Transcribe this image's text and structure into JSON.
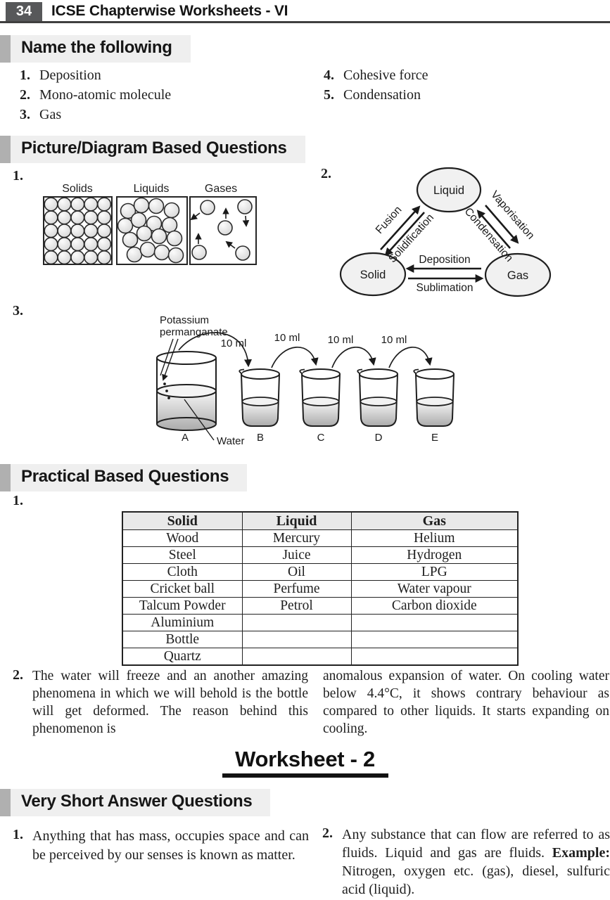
{
  "header": {
    "page_number": "34",
    "title": "ICSE Chapterwise Worksheets - VI"
  },
  "section_name_following": {
    "heading": "Name the following",
    "items_left": [
      {
        "num": "1.",
        "text": "Deposition"
      },
      {
        "num": "2.",
        "text": "Mono-atomic molecule"
      },
      {
        "num": "3.",
        "text": "Gas"
      }
    ],
    "items_right": [
      {
        "num": "4.",
        "text": "Cohesive force"
      },
      {
        "num": "5.",
        "text": "Condensation"
      }
    ]
  },
  "section_picture": {
    "heading": "Picture/Diagram Based Questions",
    "q1_num": "1.",
    "q2_num": "2.",
    "q3_num": "3.",
    "diagram_states_matter": {
      "solids": "Solids",
      "liquids": "Liquids",
      "gases": "Gases"
    },
    "diagram_state_changes": {
      "liquid": "Liquid",
      "solid": "Solid",
      "gas": "Gas",
      "fusion": "Fusion",
      "solidification": "Solidification",
      "vaporisation": "Vaporisation",
      "condensation": "Condensation",
      "deposition": "Deposition",
      "sublimation": "Sublimation"
    },
    "diagram_beakers": {
      "substance_line1": "Potassium",
      "substance_line2": "permanganate",
      "volumes": [
        "10 ml",
        "10 ml",
        "10 ml",
        "10 ml"
      ],
      "water": "Water",
      "vessels": [
        "A",
        "B",
        "C",
        "D",
        "E"
      ]
    }
  },
  "section_practical": {
    "heading": "Practical Based Questions",
    "q1_num": "1.",
    "table": {
      "headers": [
        "Solid",
        "Liquid",
        "Gas"
      ],
      "rows": [
        [
          "Wood",
          "Mercury",
          "Helium"
        ],
        [
          "Steel",
          "Juice",
          "Hydrogen"
        ],
        [
          "Cloth",
          "Oil",
          "LPG"
        ],
        [
          "Cricket ball",
          "Perfume",
          "Water vapour"
        ],
        [
          "Talcum Powder",
          "Petrol",
          "Carbon dioxide"
        ],
        [
          "Aluminium",
          "",
          ""
        ],
        [
          "Bottle",
          "",
          ""
        ],
        [
          "Quartz",
          "",
          ""
        ]
      ]
    },
    "q2_num": "2.",
    "q2_col_left": "The water will freeze and an another amazing phenomena in which we will behold is the bottle will get deformed. The reason behind this phenomenon is",
    "q2_col_right": "anomalous expansion of water. On cooling water below 4.4°C, it shows contrary behaviour as compared to other liquids. It starts expanding on cooling."
  },
  "worksheet2": {
    "title": "Worksheet - 2",
    "vsaq_heading": "Very Short Answer Questions",
    "q1_num": "1.",
    "q1_text": "Anything that has mass, occupies space and can be perceived by our senses is known as matter.",
    "q2_num": "2.",
    "q2_text_start": "Any substance that can flow are referred to as fluids. Liquid and gas are fluids. ",
    "q2_text_bold": "Example:",
    "q2_text_end": " Nitrogen, oxygen etc. (gas), diesel, sulfuric acid (liquid)."
  },
  "colors": {
    "header_box": "#57585a",
    "header_rule": "#3f3f3f",
    "heading_bg": "#efefef",
    "heading_tab": "#b0b0b0",
    "table_header_bg": "#e9e9e9",
    "ink": "#1e1e1e"
  }
}
